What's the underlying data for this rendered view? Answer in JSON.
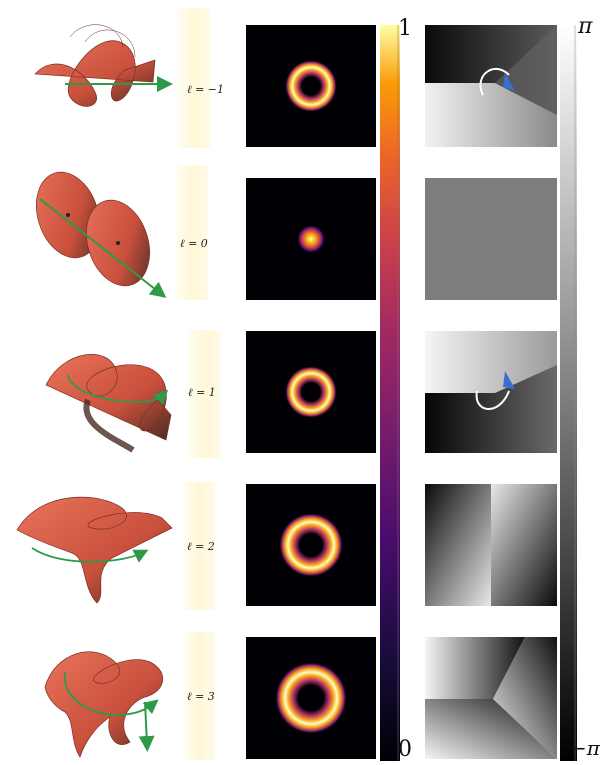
{
  "modes": [
    {
      "label": "ℓ = −1",
      "l": -1
    },
    {
      "label": "ℓ = 0",
      "l": 0
    },
    {
      "label": "ℓ = 1",
      "l": 1
    },
    {
      "label": "ℓ = 2",
      "l": 2
    },
    {
      "label": "ℓ = 3",
      "l": 3
    }
  ],
  "intensity_colorbar": {
    "max_label": "1",
    "min_label": "0",
    "colormap": "inferno"
  },
  "phase_colorbar": {
    "max_label": "π",
    "min_label": "−π",
    "colormap": "gray"
  },
  "colors": {
    "wavefront": "#d9573e",
    "arrow": "#2e9a48",
    "rotation_arrowhead": "#3a6fd0"
  }
}
